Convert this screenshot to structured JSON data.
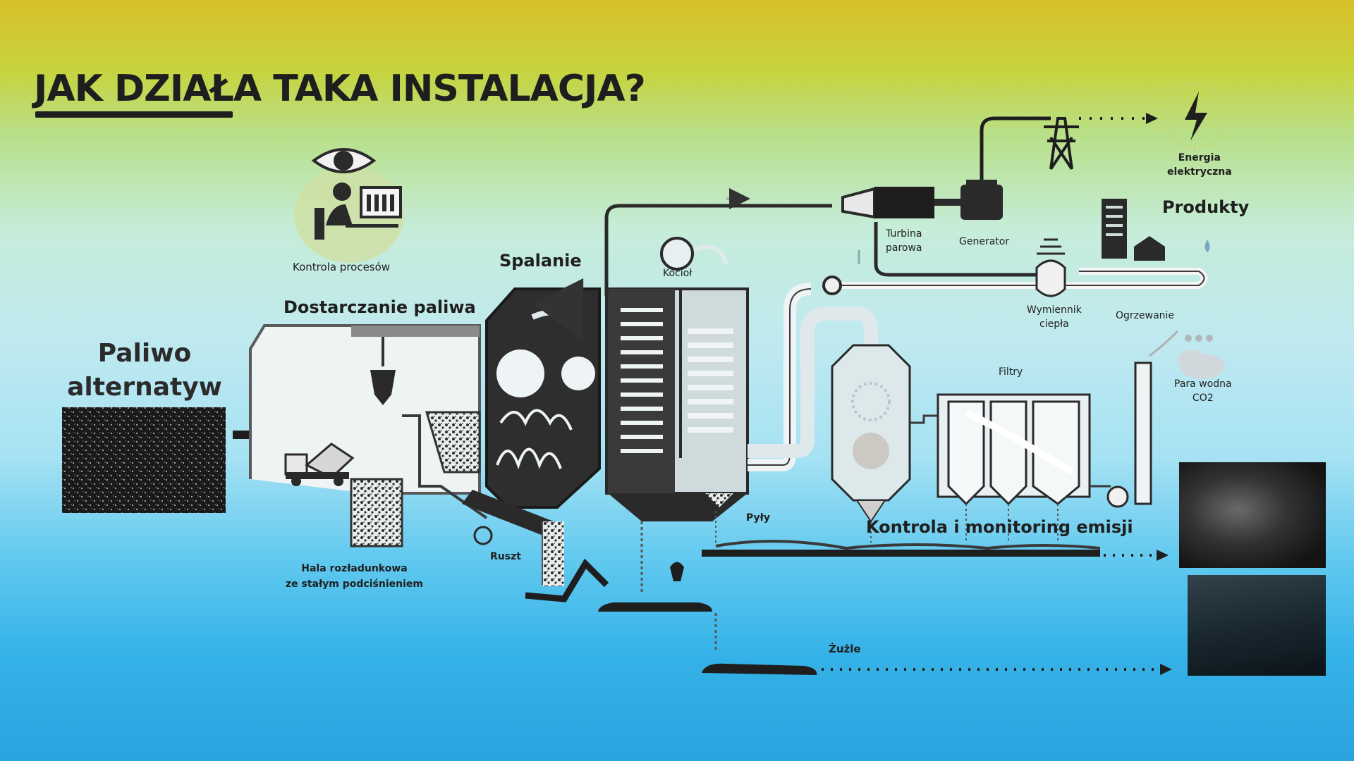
{
  "slide": {
    "title": "JAK DZIAŁA TAKA INSTALACJA?"
  },
  "labels": {
    "fuel_line1": "Paliwo",
    "fuel_line2": "alternatyw",
    "fuel_delivery": "Dostarczanie paliwa",
    "process_control": "Kontrola procesów",
    "combustion": "Spalanie",
    "boiler": "Kocioł",
    "turbine_line1": "Turbina",
    "turbine_line2": "parowa",
    "generator": "Generator",
    "energy_line1": "Energia",
    "energy_line2": "elektryczna",
    "products": "Produkty",
    "heat_exchanger_line1": "Wymiennik",
    "heat_exchanger_line2": "ciepła",
    "heating": "Ogrzewanie",
    "steam_line1": "Para wodna",
    "steam_line2": "CO2",
    "filters": "Filtry",
    "unloading_line1": "Hala rozładunkowa",
    "unloading_line2": "ze stałym podciśnieniem",
    "grate": "Ruszt",
    "dust": "Pyły",
    "emission_control": "Kontrola i monitoring emisji",
    "slag": "Żużle"
  },
  "colors": {
    "dark": "#1e1e1e",
    "outline": "#3a3a3a",
    "light_fill": "#d9e6ea"
  },
  "icons": [
    "eye-icon",
    "operator-icon",
    "monitor-icon",
    "lightning-icon",
    "power-pylon-icon",
    "truck-icon",
    "excavator-icon",
    "house-icon",
    "building-icon",
    "cloud-icon",
    "water-drop-icon"
  ]
}
